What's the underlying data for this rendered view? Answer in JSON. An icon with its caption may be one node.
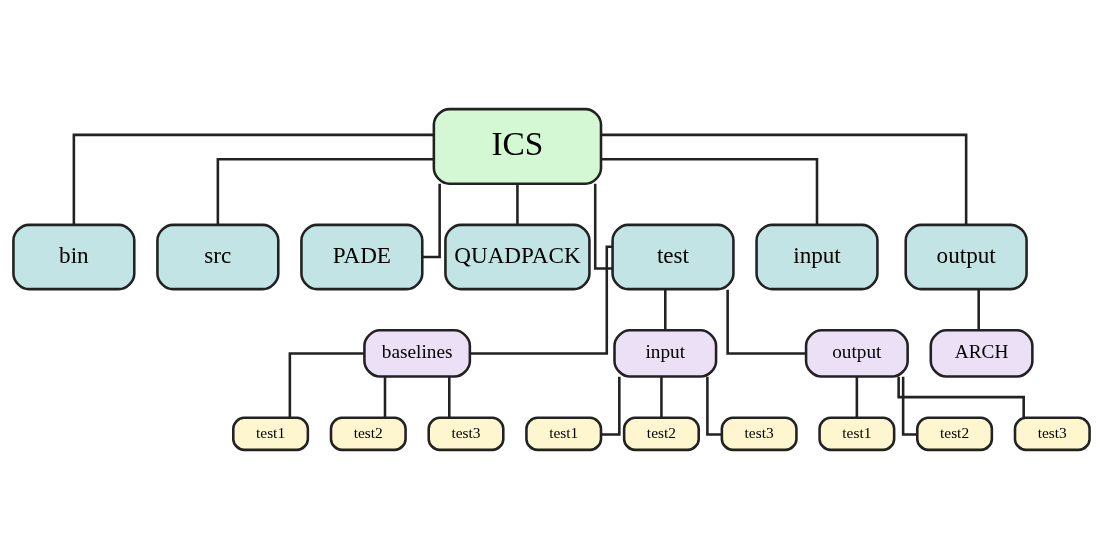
{
  "diagram": {
    "nodes": [
      {
        "text": [
          "ICS"
        ]
      },
      {
        "text": [
          "bin"
        ]
      },
      {
        "text": [
          "src"
        ]
      },
      {
        "text": [
          "PADE"
        ]
      },
      {
        "text": [
          "QUADPACK"
        ]
      },
      {
        "text": [
          "test"
        ]
      },
      {
        "text": [
          "input"
        ]
      },
      {
        "text": [
          "output"
        ]
      },
      {
        "text": [
          "ARCH"
        ]
      },
      {
        "text": [
          "baselines"
        ]
      },
      {
        "text": [
          "input"
        ]
      },
      {
        "text": [
          "output"
        ]
      },
      {
        "text": [
          "test1"
        ]
      },
      {
        "text": [
          "test2"
        ]
      },
      {
        "text": [
          "test3"
        ]
      },
      {
        "text": [
          "test1"
        ]
      },
      {
        "text": [
          "test2"
        ]
      },
      {
        "text": [
          "test3"
        ]
      },
      {
        "text": [
          "test1"
        ]
      },
      {
        "text": [
          "test2"
        ]
      },
      {
        "text": [
          "test3"
        ]
      }
    ],
    "edges": [
      {
        "from": 0,
        "to": 1,
        "arrow": "none"
      },
      {
        "from": 0,
        "to": 2,
        "arrow": "none"
      },
      {
        "from": 0,
        "to": 3,
        "arrow": "none"
      },
      {
        "from": 0,
        "to": 4,
        "arrow": "none"
      },
      {
        "from": 0,
        "to": 5,
        "arrow": "none"
      },
      {
        "from": 0,
        "to": 6,
        "arrow": "none"
      },
      {
        "from": 0,
        "to": 7,
        "arrow": "none"
      },
      {
        "from": 7,
        "to": 8,
        "arrow": "none"
      },
      {
        "from": 5,
        "to": 9,
        "arrow": "none"
      },
      {
        "from": 5,
        "to": 10,
        "arrow": "none"
      },
      {
        "from": 5,
        "to": 11,
        "arrow": "none"
      },
      {
        "from": 9,
        "to": 12,
        "arrow": "none"
      },
      {
        "from": 9,
        "to": 13,
        "arrow": "none"
      },
      {
        "from": 9,
        "to": 14,
        "arrow": "none"
      },
      {
        "from": 10,
        "to": 15,
        "arrow": "none"
      },
      {
        "from": 10,
        "to": 16,
        "arrow": "none"
      },
      {
        "from": 10,
        "to": 17,
        "arrow": "none"
      },
      {
        "from": 11,
        "to": 18,
        "arrow": "none"
      },
      {
        "from": 11,
        "to": 19,
        "arrow": "none"
      },
      {
        "from": 11,
        "to": 20,
        "arrow": "none"
      }
    ]
  }
}
